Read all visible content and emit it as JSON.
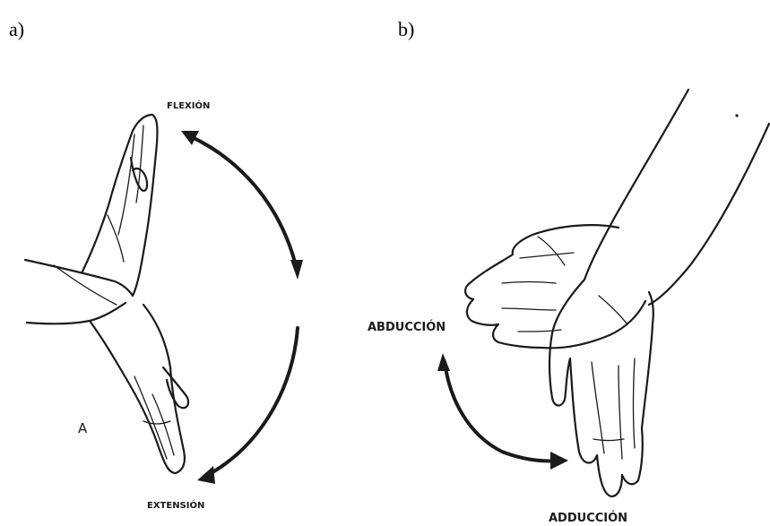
{
  "panels": {
    "a": {
      "label": "a)",
      "flexion": "FLEXIÓN",
      "extension": "EXTENSIÓN",
      "view_marker": "A"
    },
    "b": {
      "label": "b)",
      "abduction": "ABDUCCIÓN",
      "adduction": "ADDUCCIÓN"
    }
  }
}
